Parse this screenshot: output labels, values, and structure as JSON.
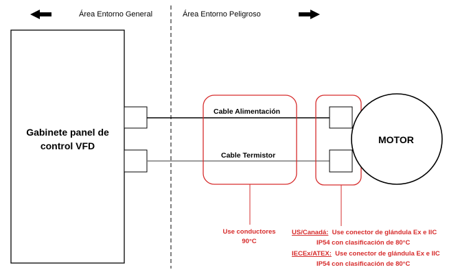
{
  "zones": {
    "general": "Área Entorno General",
    "hazardous": "Área Entorno Peligroso"
  },
  "panel": {
    "line1": "Gabinete panel de",
    "line2": "control VFD"
  },
  "motor": "MOTOR",
  "cables": {
    "power": "Cable Alimentación",
    "thermistor": "Cable Termistor"
  },
  "notes": {
    "conductors_line1": "Use conductores",
    "conductors_line2": "90°C",
    "us_canada_label": "US/Canadá:",
    "us_canada_text": "Use conector de glándula Ex e IIC",
    "us_canada_line2": "IP54 con clasificación de 80°C",
    "iecex_label": "IECEx/ATEX:",
    "iecex_text": "Use conector de glándula Ex e IIC",
    "iecex_line2": "IP54 con clasificación de 80°C"
  },
  "colors": {
    "annotation": "#d62b2b",
    "line": "#000000",
    "thermistor_line": "#7a7a7a"
  }
}
